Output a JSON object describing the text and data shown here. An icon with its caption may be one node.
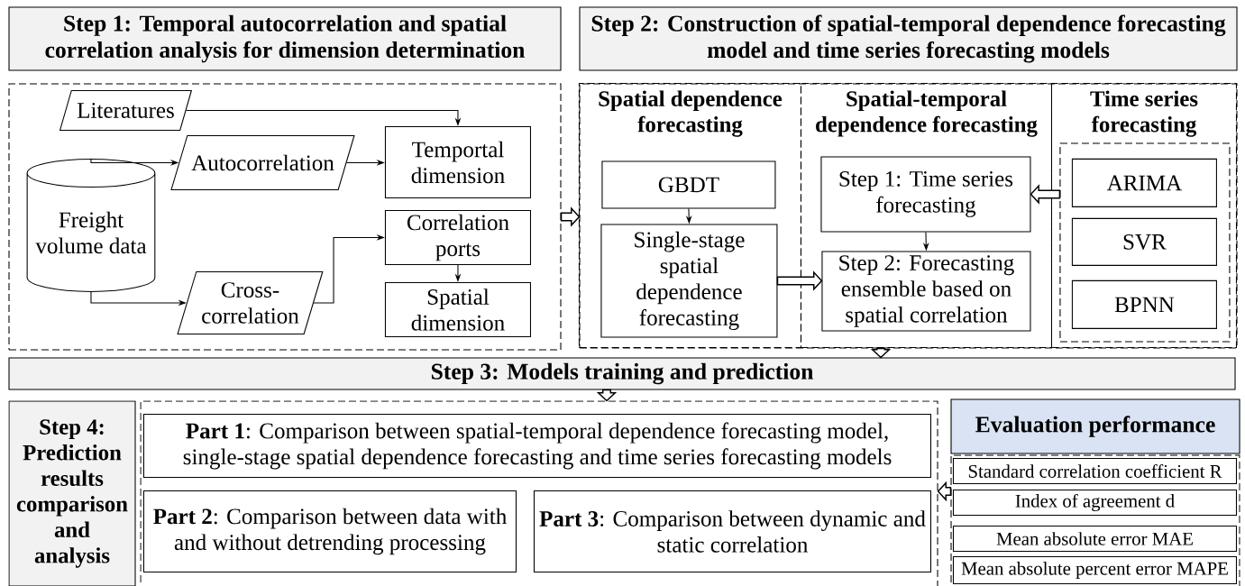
{
  "diagram": {
    "nodes": [
      {
        "text": [
          "Step 1: Temporal autocorrelation and spatial correlation analysis for dimension determination"
        ]
      },
      {
        "text": [],
        "shape": "box"
      },
      {
        "text": [
          "Literatures"
        ],
        "in": 1
      },
      {
        "text": [
          "Autocorrelation"
        ],
        "in": 1
      },
      {
        "text": [
          "Freight volume data"
        ],
        "in": 1
      },
      {
        "text": [
          "Temportal dimension"
        ],
        "in": 1
      },
      {
        "text": [
          "Correlation ports"
        ],
        "in": 1
      },
      {
        "text": [
          "Cross-correlation"
        ],
        "in": 1
      },
      {
        "text": [
          "Spatial dimension"
        ],
        "in": 1
      },
      {
        "text": [
          "Step 2: Construction of spatial-temporal dependence forecasting model and time series forecasting models"
        ]
      },
      {
        "text": [],
        "shape": "box"
      },
      {
        "text": [
          "Spatial dependence forecasting"
        ],
        "in": 10
      },
      {
        "text": [
          "Spatial-temporal dependence forecasting"
        ],
        "in": 10
      },
      {
        "text": [
          "Time series forecasting"
        ],
        "in": 10
      },
      {
        "text": [
          "GBDT"
        ],
        "in": 11
      },
      {
        "text": [
          "Single-stage spatial dependence forecasting"
        ],
        "in": 11
      },
      {
        "text": [
          "Step 1: Time series forecasting"
        ],
        "in": 12
      },
      {
        "text": [
          "Step 2: Forecasting ensemble based on spatial correlation"
        ],
        "in": 12
      },
      {
        "text": [],
        "shape": "box",
        "in": 13
      },
      {
        "text": [
          "ARIMA"
        ],
        "in": 18
      },
      {
        "text": [
          "SVR"
        ],
        "in": 18
      },
      {
        "text": [
          "BPNN"
        ],
        "in": 18
      },
      {
        "text": [
          "Step 3: Models training and prediction"
        ]
      },
      {
        "text": [
          "Step 4: Prediction results comparison and analysis"
        ]
      },
      {
        "text": [],
        "shape": "box"
      },
      {
        "text": [
          "**Part 1**: Comparison between spatial-temporal dependence forecasting model, single-stage spatial dependence forecasting and time series forecasting models"
        ],
        "in": 24
      },
      {
        "text": [
          "**Part 2**: Comparison between data with and without detrending processing"
        ],
        "in": 24
      },
      {
        "text": [
          "**Part 3**: Comparison between dynamic and static correlation"
        ],
        "in": 24
      },
      {
        "text": [
          "Evaluation performance"
        ]
      },
      {
        "text": [],
        "shape": "box"
      },
      {
        "text": [
          "Standard correlation coefficient R"
        ],
        "in": 29
      },
      {
        "text": [
          "Index of agreement d"
        ],
        "in": 29
      },
      {
        "text": [
          "Mean absolute error MAE"
        ],
        "in": 29
      },
      {
        "text": [
          "Mean absolute percent error MAPE"
        ],
        "in": 29
      }
    ],
    "edges": [
      {
        "from": 2,
        "to": 5,
        "arrow": "to"
      },
      {
        "from": 4,
        "to": 3,
        "arrow": "to"
      },
      {
        "from": 3,
        "to": 5,
        "arrow": "to"
      },
      {
        "from": 4,
        "to": 7,
        "arrow": "to"
      },
      {
        "from": 7,
        "to": 6,
        "arrow": "to"
      },
      {
        "from": 6,
        "to": 8,
        "arrow": "to"
      },
      {
        "from": 1,
        "to": 10,
        "arrow": "to",
        "style": "thick"
      },
      {
        "from": 14,
        "to": 15,
        "arrow": "to"
      },
      {
        "from": 15,
        "to": 17,
        "arrow": "to",
        "style": "thick"
      },
      {
        "from": 16,
        "to": 17,
        "arrow": "to"
      },
      {
        "from": 18,
        "to": 16,
        "arrow": "to",
        "style": "thick"
      },
      {
        "from": 10,
        "to": 22,
        "arrow": "to",
        "style": "thick"
      },
      {
        "from": 22,
        "to": 24,
        "arrow": "to",
        "style": "thick"
      },
      {
        "from": 29,
        "to": 24,
        "arrow": "to",
        "style": "thick"
      }
    ]
  }
}
